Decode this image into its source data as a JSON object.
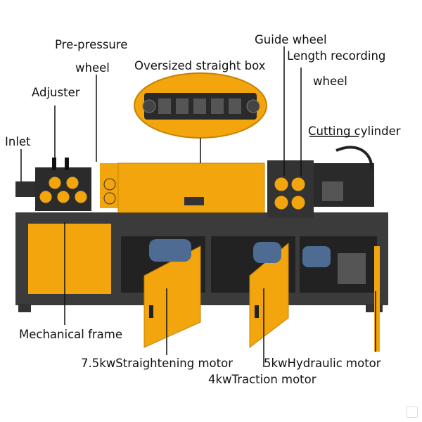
{
  "labels": {
    "pre_pressure": "Pre-pressure",
    "wheel": "wheel",
    "oversized_straight_box": "Oversized straight box",
    "guide_wheel": "Guide wheel",
    "length_recording": "Length recording",
    "wheel2": "wheel",
    "adjuster": "Adjuster",
    "inlet": "Inlet",
    "cutting_cylinder": "Cutting cylinder",
    "mechanical_frame": "Mechanical frame",
    "straightening_motor": "7.5kwStraightening motor",
    "hydraulic_motor": "5kwHydraulic motor",
    "traction_motor": "4kwTraction motor"
  },
  "colors": {
    "machine_orange": "#f2a50c",
    "frame_dark": "#3b3b3b",
    "leader_line": "#111111"
  }
}
